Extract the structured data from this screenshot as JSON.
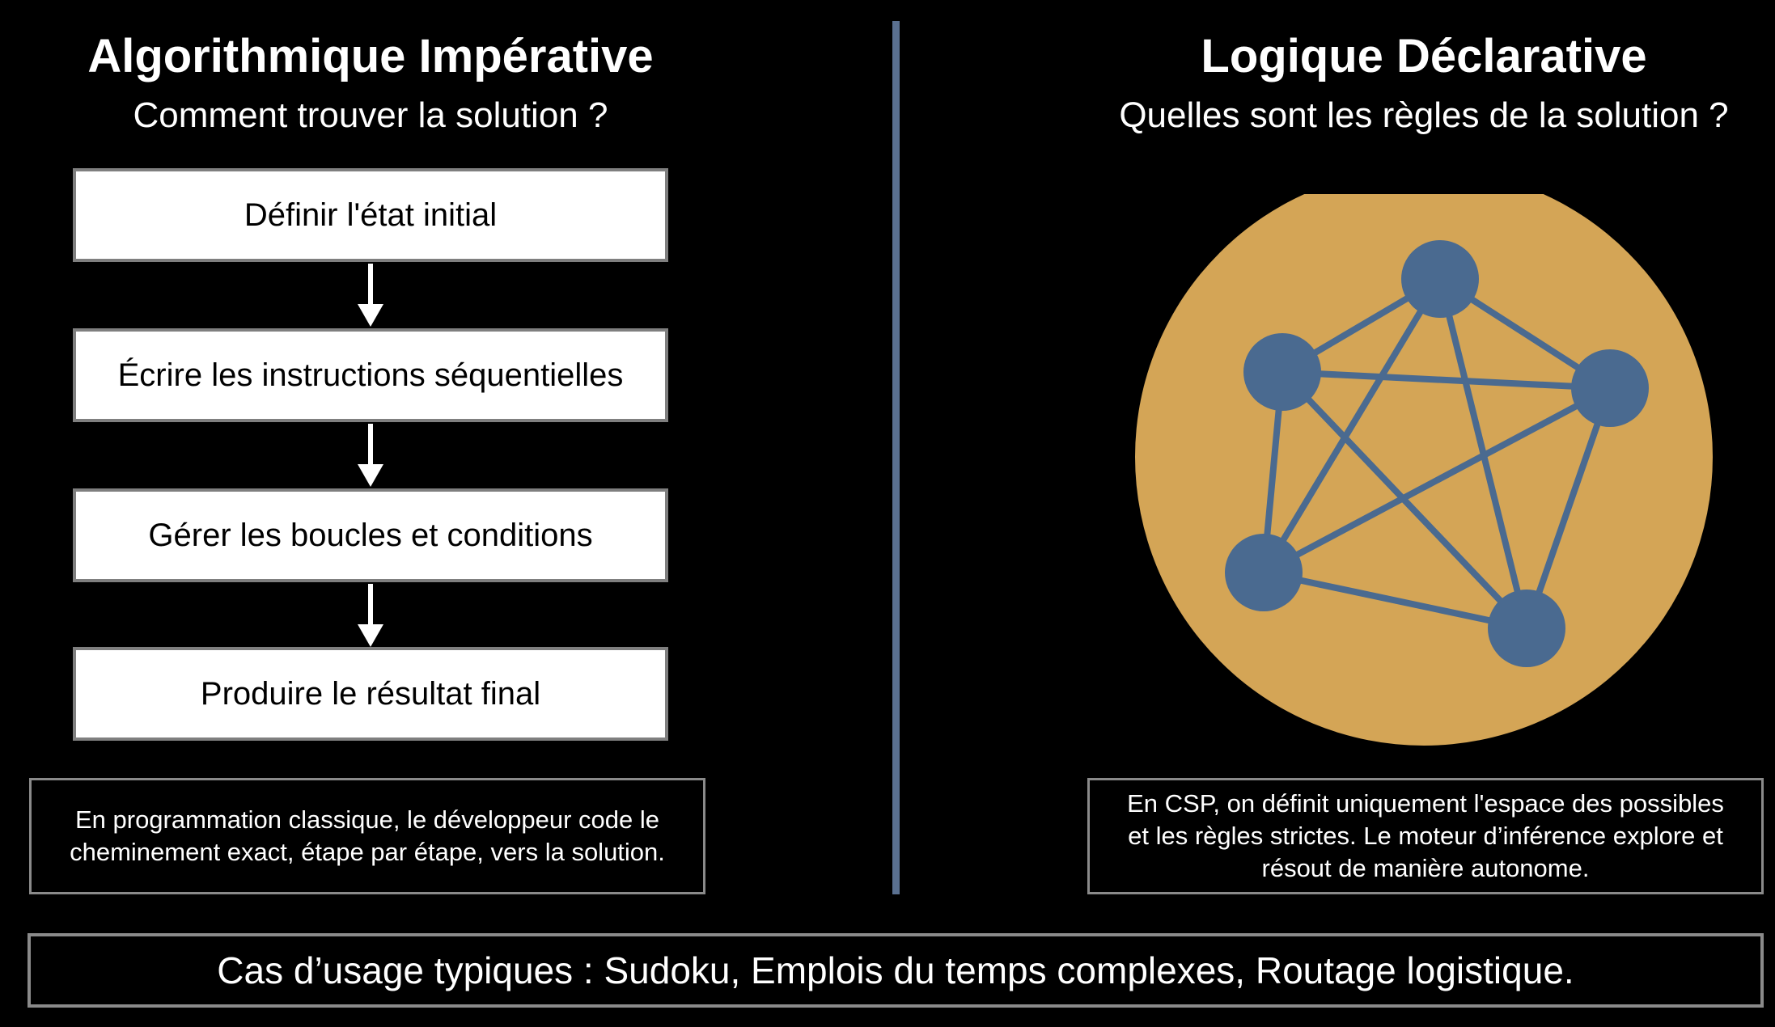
{
  "left": {
    "title": "Algorithmique Impérative",
    "subtitle": "Comment trouver la solution ?",
    "steps": [
      "Définir l'état initial",
      "Écrire les instructions séquentielles",
      "Gérer les boucles et conditions",
      "Produire le résultat final"
    ],
    "note_lines": [
      "En programmation classique, le développeur code le",
      "cheminement exact, étape par étape, vers la solution."
    ]
  },
  "right": {
    "title": "Logique Déclarative",
    "subtitle": "Quelles sont les règles de la solution ?",
    "graph": {
      "circle_color": "#D4A556",
      "node_color": "#4A6A90",
      "edge_color": "#4A6A90",
      "node_count": 5,
      "edges": [
        [
          0,
          1
        ],
        [
          0,
          2
        ],
        [
          0,
          3
        ],
        [
          0,
          4
        ],
        [
          1,
          2
        ],
        [
          1,
          3
        ],
        [
          1,
          4
        ],
        [
          2,
          3
        ],
        [
          2,
          4
        ],
        [
          3,
          4
        ]
      ]
    },
    "note_lines": [
      "En CSP, on définit uniquement l'espace des possibles",
      "et les règles strictes. Le moteur d’inférence explore et",
      "résout de manière autonome."
    ]
  },
  "banner": "Cas d’usage typiques : Sudoku, Emplois du temps complexes, Routage logistique.",
  "colors": {
    "background": "#000000",
    "divider": "#5A7090",
    "border": "#8A8A8A"
  }
}
